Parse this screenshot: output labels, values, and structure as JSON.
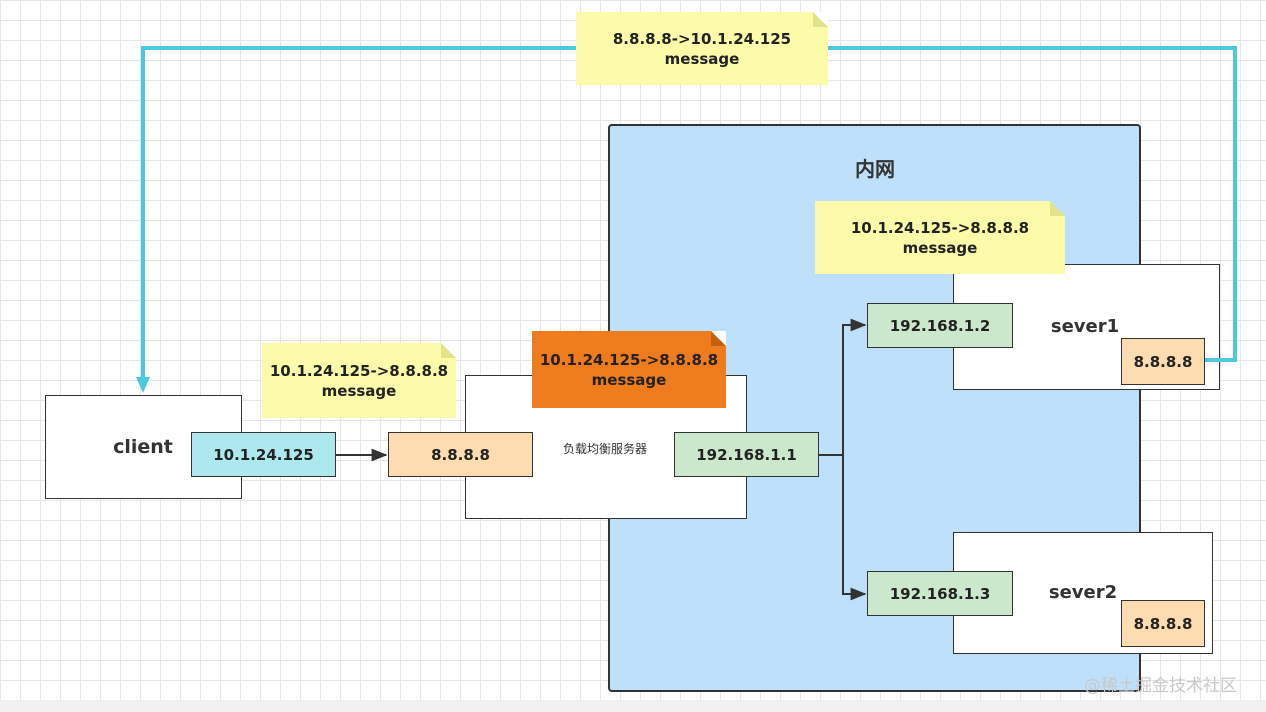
{
  "colors": {
    "network_fill": "#bee0fa",
    "client_ip_fill": "#aee8ef",
    "public_ip_fill": "#fcdcb0",
    "private_ip_fill": "#cce8cc",
    "note_yellow": "#fbfbaa",
    "note_orange": "#ef7c1c",
    "return_path": "#4cc9db"
  },
  "network": {
    "title": "内网"
  },
  "client": {
    "label": "client",
    "ip": "10.1.24.125"
  },
  "load_balancer": {
    "label": "负载均衡服务器",
    "public_ip": "8.8.8.8",
    "private_ip": "192.168.1.1"
  },
  "server1": {
    "label": "sever1",
    "private_ip": "192.168.1.2",
    "vip": "8.8.8.8"
  },
  "server2": {
    "label": "sever2",
    "private_ip": "192.168.1.3",
    "vip": "8.8.8.8"
  },
  "notes": {
    "return": {
      "line1": "8.8.8.8->10.1.24.125",
      "line2": "message"
    },
    "server1": {
      "line1": "10.1.24.125->8.8.8.8",
      "line2": "message"
    },
    "client_out": {
      "line1": "10.1.24.125->8.8.8.8",
      "line2": "message"
    },
    "lb_in": {
      "line1": "10.1.24.125->8.8.8.8",
      "line2": "message"
    }
  },
  "watermark": "@稀土掘金技术社区"
}
